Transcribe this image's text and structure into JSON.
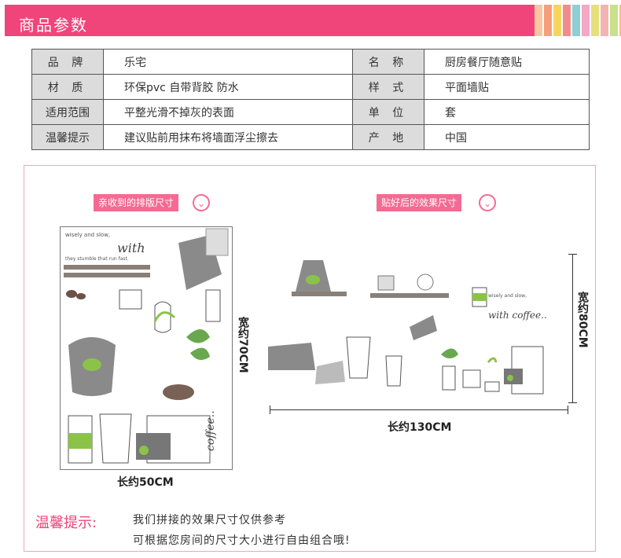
{
  "header": {
    "title": "商品参数",
    "stripe_colors": [
      "#f7c6a0",
      "#f6a07a",
      "#f7d45c",
      "#f28c8c",
      "#8ecfd5",
      "#f5a7c6",
      "#e7e07a",
      "#f4b3b3",
      "#c9e08c",
      "#f7c080"
    ]
  },
  "params": [
    {
      "label": "品 牌",
      "value": "乐宅",
      "label2": "名 称",
      "value2": "厨房餐厅随意贴"
    },
    {
      "label": "材 质",
      "value": "环保pvc 自带背胶 防水",
      "label2": "样 式",
      "value2": "平面墙贴"
    },
    {
      "label": "适用范围",
      "value": "平整光滑不掉灰的表面",
      "label2": "单 位",
      "value2": "套"
    },
    {
      "label": "温馨提示",
      "value": "建议贴前用抹布将墙面浮尘擦去",
      "label2": "产 地",
      "value2": "中国"
    }
  ],
  "showcase": {
    "left_caption": "亲收到的排版尺寸",
    "right_caption": "贴好后的效果尺寸",
    "caption_icon": "chevron-down-icon",
    "sheet_width": "长约50CM",
    "sheet_height": "宽约70CM",
    "wall_width": "长约130CM",
    "wall_height": "宽约80CM",
    "sticker_texts": {
      "with": "with",
      "coffee": "coffee..",
      "with_coffee": "with coffee..",
      "slogan1": "wisely and slow,",
      "slogan2": "they stumble that run fast."
    }
  },
  "tips": {
    "label": "温馨提示:",
    "line1": "我们拼接的效果尺寸仅供参考",
    "line2": "可根据您房间的尺寸大小进行自由组合哦!"
  },
  "colors": {
    "accent": "#f0457b",
    "pill": "#f46a93",
    "green": "#8bc34a",
    "sticker_gray": "#777777"
  }
}
